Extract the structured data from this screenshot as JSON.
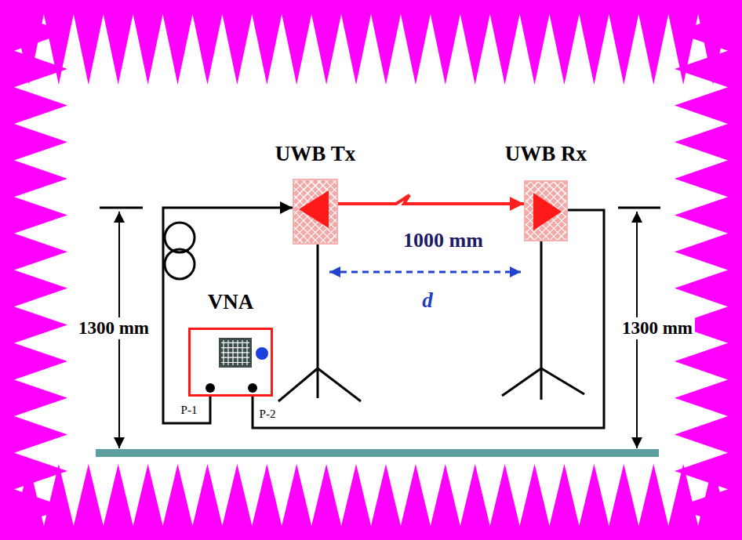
{
  "diagram": {
    "nodes": [
      {
        "text": [
          "UWB Tx"
        ]
      },
      {
        "text": [
          "UWB Rx"
        ]
      },
      {
        "text": [
          "VNA"
        ]
      }
    ],
    "edges": [
      {
        "from": 2,
        "to": 0,
        "arrow": "to"
      },
      {
        "from": 2,
        "to": 1,
        "arrow": "none"
      },
      {
        "from": 0,
        "to": 1,
        "arrow": "to"
      }
    ],
    "labels": [
      "1000 mm",
      "d",
      "1300 mm",
      "1300 mm",
      "P-1",
      "P-2"
    ]
  }
}
